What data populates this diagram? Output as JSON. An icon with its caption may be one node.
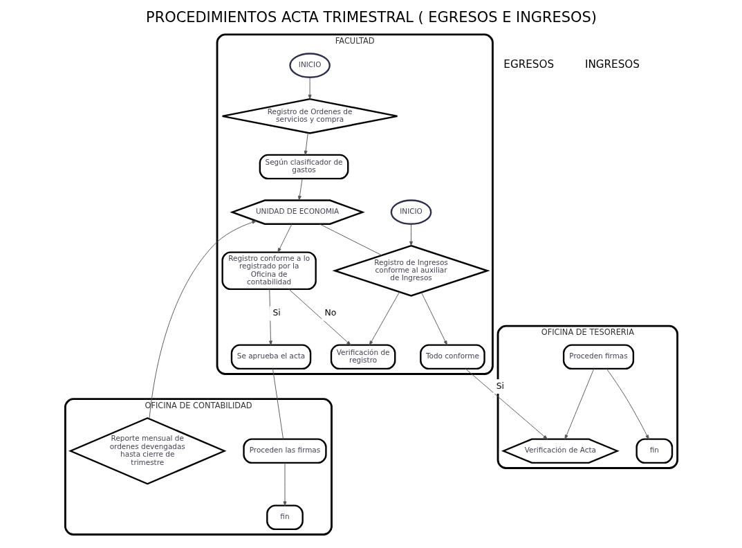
{
  "diagram": {
    "title": "PROCEDIMIENTOS ACTA TRIMESTRAL ( EGRESOS E INGRESOS)",
    "nodes": [
      {
        "text": [
          "FACULTAD"
        ]
      },
      {
        "text": [
          "OFICINA DE CONTABILIDAD"
        ]
      },
      {
        "text": [
          "OFICINA DE TESORERIA"
        ]
      },
      {
        "text": [
          "INICIO"
        ],
        "in": 0
      },
      {
        "text": [
          "Registro de Ordenes de servicios y compra"
        ],
        "in": 0
      },
      {
        "text": [
          "Verificación de registro"
        ],
        "in": 0
      },
      {
        "text": [
          "Se aprueba el acta"
        ],
        "in": 0
      },
      {
        "text": [
          "Según clasificador de gastos"
        ],
        "in": 0
      },
      {
        "text": [
          "Registro conforme a lo registrado por la Oficina de contabilidad"
        ],
        "in": 0
      },
      {
        "text": [
          "UNIDAD DE ECONOMIA"
        ],
        "in": 0
      },
      {
        "text": [
          "INICIO"
        ],
        "in": 0
      },
      {
        "text": [
          "Registro de Ingresos conforme al auxiliar de Ingresos"
        ],
        "in": 0
      },
      {
        "text": [
          "Todo conforme"
        ],
        "in": 0
      },
      {
        "text": [
          "Reporte mensual de ordenes devengadas hasta cierre de trimestre"
        ],
        "in": 1
      },
      {
        "text": [
          "fin"
        ],
        "in": 1
      },
      {
        "text": [
          "Proceden las firmas"
        ],
        "in": 1
      },
      {
        "text": [
          "Verificación de Acta"
        ],
        "in": 2
      },
      {
        "text": [
          "Proceden firmas"
        ],
        "in": 2
      },
      {
        "text": [
          "fin"
        ],
        "in": 2
      }
    ],
    "edges": [
      {
        "from": 3,
        "to": 4,
        "arrow": "to"
      },
      {
        "from": 4,
        "to": 7,
        "arrow": "to"
      },
      {
        "from": 7,
        "to": 9,
        "arrow": "to"
      },
      {
        "from": 9,
        "to": 8,
        "arrow": "to"
      },
      {
        "from": 8,
        "to": 5,
        "label": "No",
        "arrow": "to"
      },
      {
        "from": 8,
        "to": 6,
        "label": "Si",
        "arrow": "to"
      },
      {
        "from": 6,
        "to": 15,
        "arrow": "none"
      },
      {
        "from": 13,
        "to": 9,
        "arrow": "to"
      },
      {
        "from": 15,
        "to": 14,
        "arrow": "to"
      },
      {
        "from": 10,
        "to": 11,
        "arrow": "to"
      },
      {
        "from": 9,
        "to": 11,
        "arrow": "none"
      },
      {
        "from": 11,
        "to": 5,
        "arrow": "to"
      },
      {
        "from": 11,
        "to": 12,
        "arrow": "to"
      },
      {
        "from": 12,
        "to": 16,
        "label": "Si",
        "arrow": "to"
      },
      {
        "from": 17,
        "to": 16,
        "arrow": "to"
      },
      {
        "from": 17,
        "to": 18,
        "arrow": "to"
      }
    ],
    "labels": [
      "EGRESOS",
      "INGRESOS"
    ]
  }
}
